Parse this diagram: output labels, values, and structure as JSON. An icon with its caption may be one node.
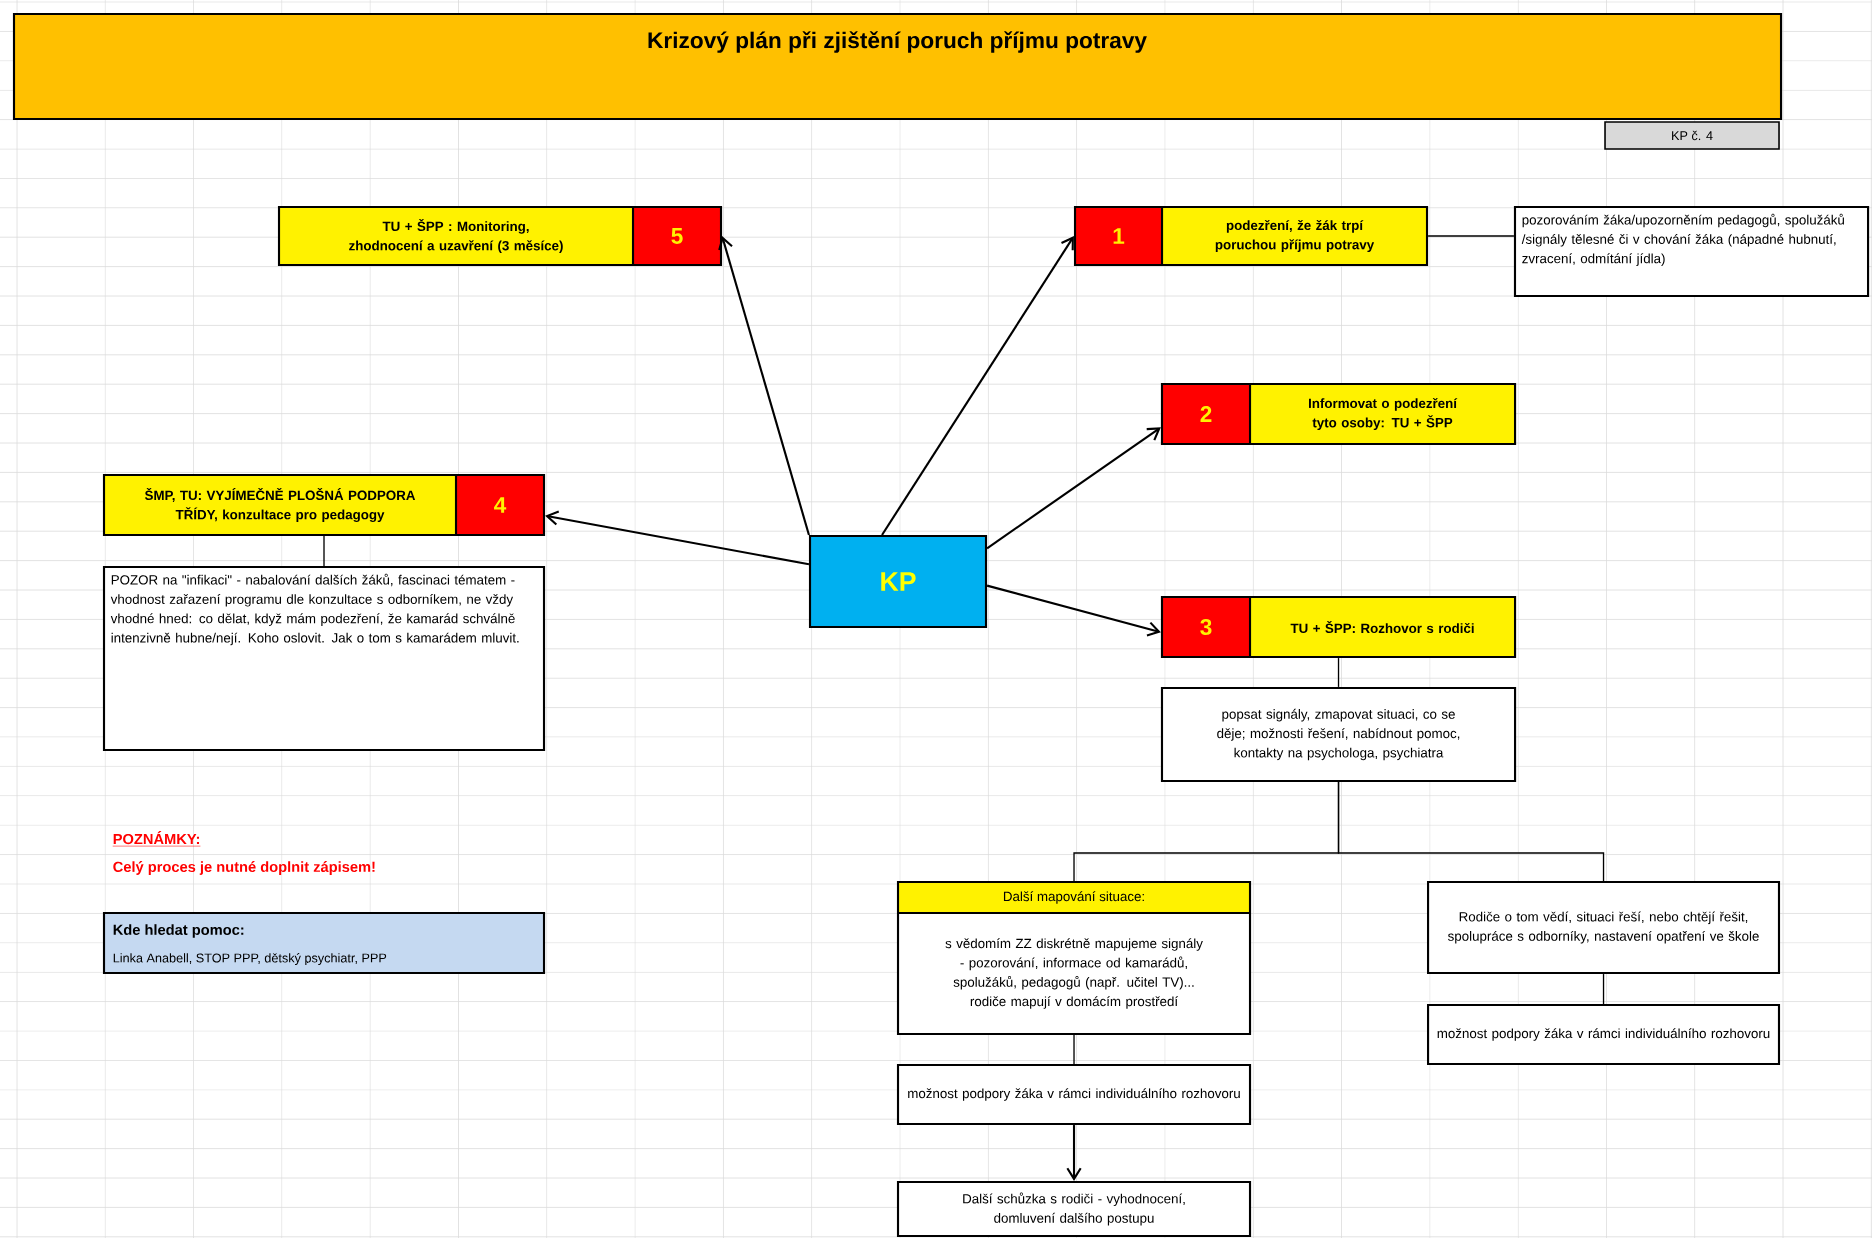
{
  "diagram": {
    "title": "Krizový plán při zjištění poruch příjmu potravy",
    "nodes": [
      {
        "text": [
          "KP"
        ]
      },
      {
        "text": [
          "TU + ŠPP : Monitoring, zhodnocení a uzavření (3 měsíce)",
          "5"
        ]
      },
      {
        "text": [
          "1",
          "podezření, že žák trpí poruchou příjmu potravy"
        ]
      },
      {
        "text": [
          "pozorováním žáka/upozorněním pedagogů, spolužáků /signály tělesné či v chování žáka (nápadné hubnutí, zvracení, odmítání jídla)"
        ]
      },
      {
        "text": [
          "2",
          "Informovat o podezření tyto osoby: TU + ŠPP"
        ]
      },
      {
        "text": [
          "ŠMP, TU: VYJÍMEČNĚ PLOŠNÁ PODPORA TŘÍDY, konzultace pro pedagogy",
          "4"
        ]
      },
      {
        "text": [
          "POZOR na \"infikaci\" - nabalování dalších žáků, fascinaci tématem - vhodnost zařazení programu dle konzultace s odborníkem, ne vždy vhodné hned: co dělat, když mám podezření, že kamarád schválně intenzivně hubne/nejí. Koho oslovit. Jak o tom s kamarádem mluvit."
        ]
      },
      {
        "text": [
          "3",
          "TU + ŠPP: Rozhovor s rodiči"
        ]
      },
      {
        "text": [
          "popsat signály, zmapovat situaci, co se děje; možnosti řešení, nabídnout pomoc, kontakty na psychologa, psychiatra"
        ]
      },
      {
        "text": [
          "Další mapování situace:",
          "s vědomím ZZ diskrétně mapujeme signály - pozorování, informace od kamarádů, spolužáků, pedagogů (např. učitel TV)... rodiče mapují v domácím prostředí"
        ]
      },
      {
        "text": [
          "Rodiče o tom vědí, situaci řeší, nebo chtějí řešit, spolupráce s odborníky, nastavení opatření ve škole"
        ]
      },
      {
        "text": [
          "možnost podpory žáka v rámci individuálního rozhovoru"
        ]
      },
      {
        "text": [
          "možnost podpory žáka v rámci individuálního rozhovoru"
        ]
      },
      {
        "text": [
          "Další schůzka s rodiči - vyhodnocení, domluvení dalšího postupu"
        ]
      },
      {
        "text": [
          "Kde hledat pomoc:",
          "Linka Anabell, STOP PPP, dětský psychiatr, PPP"
        ]
      },
      {
        "text": [
          "KP č. 4"
        ]
      }
    ],
    "edges": [
      {
        "from": 0,
        "to": 1,
        "arrow": "to"
      },
      {
        "from": 0,
        "to": 2,
        "arrow": "to"
      },
      {
        "from": 0,
        "to": 4,
        "arrow": "to"
      },
      {
        "from": 0,
        "to": 5,
        "arrow": "to"
      },
      {
        "from": 0,
        "to": 7,
        "arrow": "to"
      },
      {
        "from": 2,
        "to": 3,
        "arrow": "none"
      },
      {
        "from": 5,
        "to": 6,
        "arrow": "none"
      },
      {
        "from": 7,
        "to": 8,
        "arrow": "none"
      },
      {
        "from": 8,
        "to": 9,
        "arrow": "none"
      },
      {
        "from": 8,
        "to": 10,
        "arrow": "none"
      },
      {
        "from": 9,
        "to": 11,
        "arrow": "none"
      },
      {
        "from": 11,
        "to": 13,
        "arrow": "to"
      },
      {
        "from": 10,
        "to": 12,
        "arrow": "none"
      }
    ],
    "labels": [
      "POZNÁMKY:",
      "Celý proces je nutné doplnit zápisem!"
    ]
  }
}
